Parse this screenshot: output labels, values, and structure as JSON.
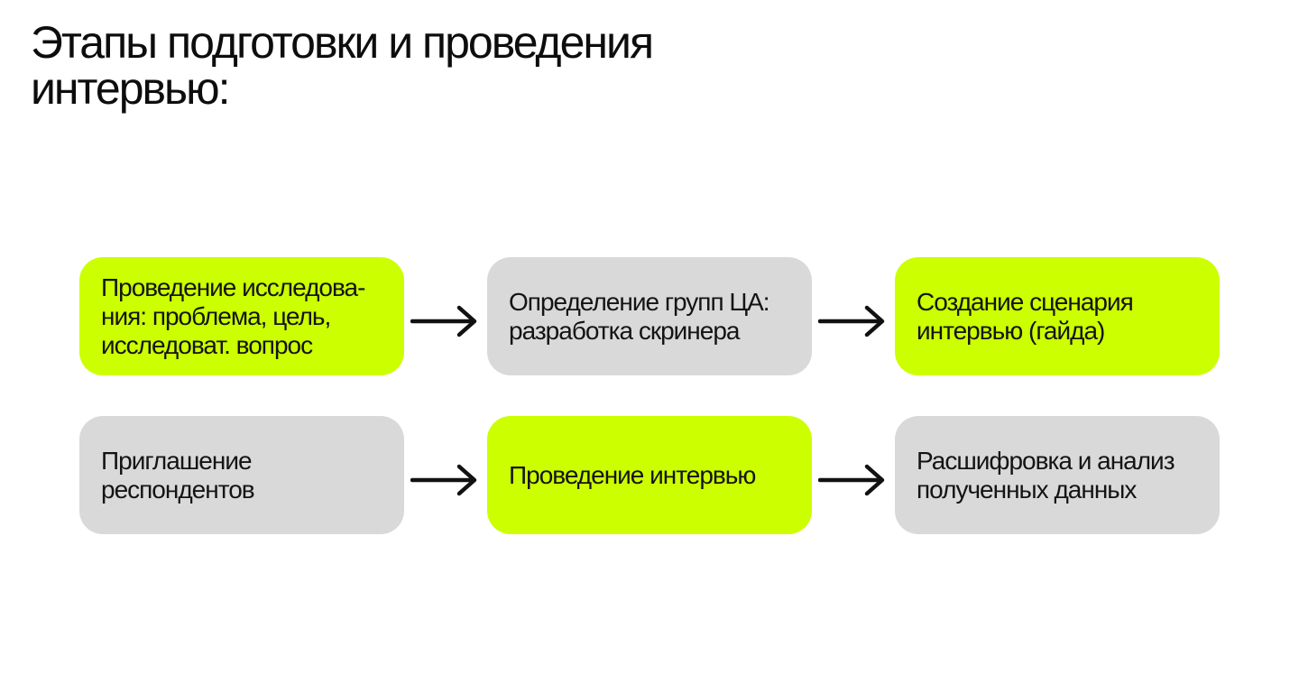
{
  "title": {
    "line1": "Этапы подготовки и проведения",
    "line2": "интервью:"
  },
  "steps": [
    {
      "lines": [
        "Проведение исследова-",
        "ния: проблема, цель,",
        "исследоват. вопрос"
      ],
      "color": "#ccff00"
    },
    {
      "lines": [
        "Определение групп ЦА:",
        "разработка скринера"
      ],
      "color": "#d9d9d9"
    },
    {
      "lines": [
        "Создание сценария",
        "интервью (гайда)"
      ],
      "color": "#ccff00"
    },
    {
      "lines": [
        "Приглашение",
        "респондентов"
      ],
      "color": "#d9d9d9"
    },
    {
      "lines": [
        "Проведение интервью"
      ],
      "color": "#ccff00"
    },
    {
      "lines": [
        "Расшифровка и анализ",
        "полученных данных"
      ],
      "color": "#d9d9d9"
    }
  ],
  "arrow_icon": "arrow-right-icon"
}
